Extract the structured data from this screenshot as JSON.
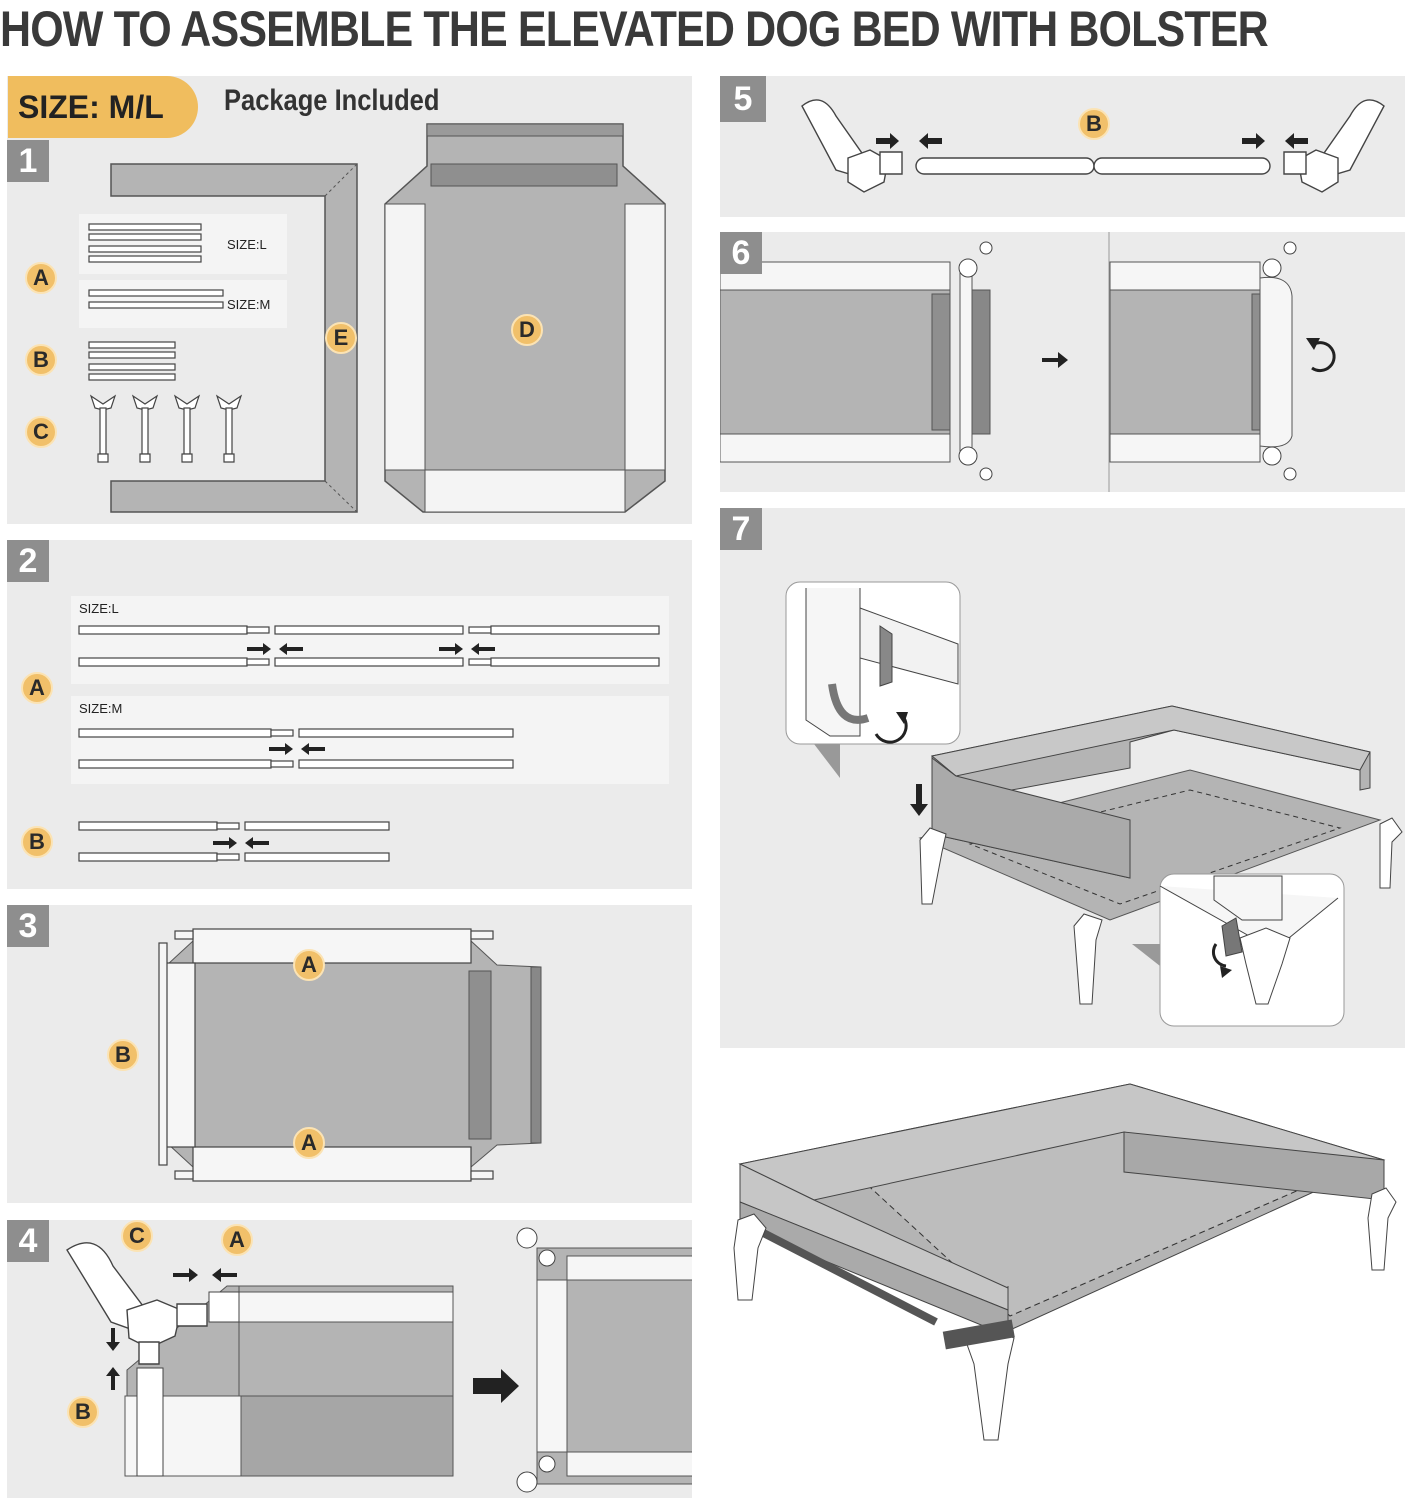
{
  "title": "HOW TO ASSEMBLE THE ELEVATED DOG BED WITH BOLSTER",
  "size_tag": "SIZE: M/L",
  "package_label": "Package Included",
  "steps": [
    "1",
    "2",
    "3",
    "4",
    "5",
    "6",
    "7"
  ],
  "parts": {
    "a": "A",
    "b": "B",
    "c": "C",
    "d": "D",
    "e": "E"
  },
  "sizes": {
    "large": "SIZE:L",
    "medium": "SIZE:M"
  },
  "colors": {
    "accent": "#f1c06a",
    "panel": "#ebebeb",
    "fabric": "#b4b4b4",
    "step_number": "#8e8e8e"
  }
}
